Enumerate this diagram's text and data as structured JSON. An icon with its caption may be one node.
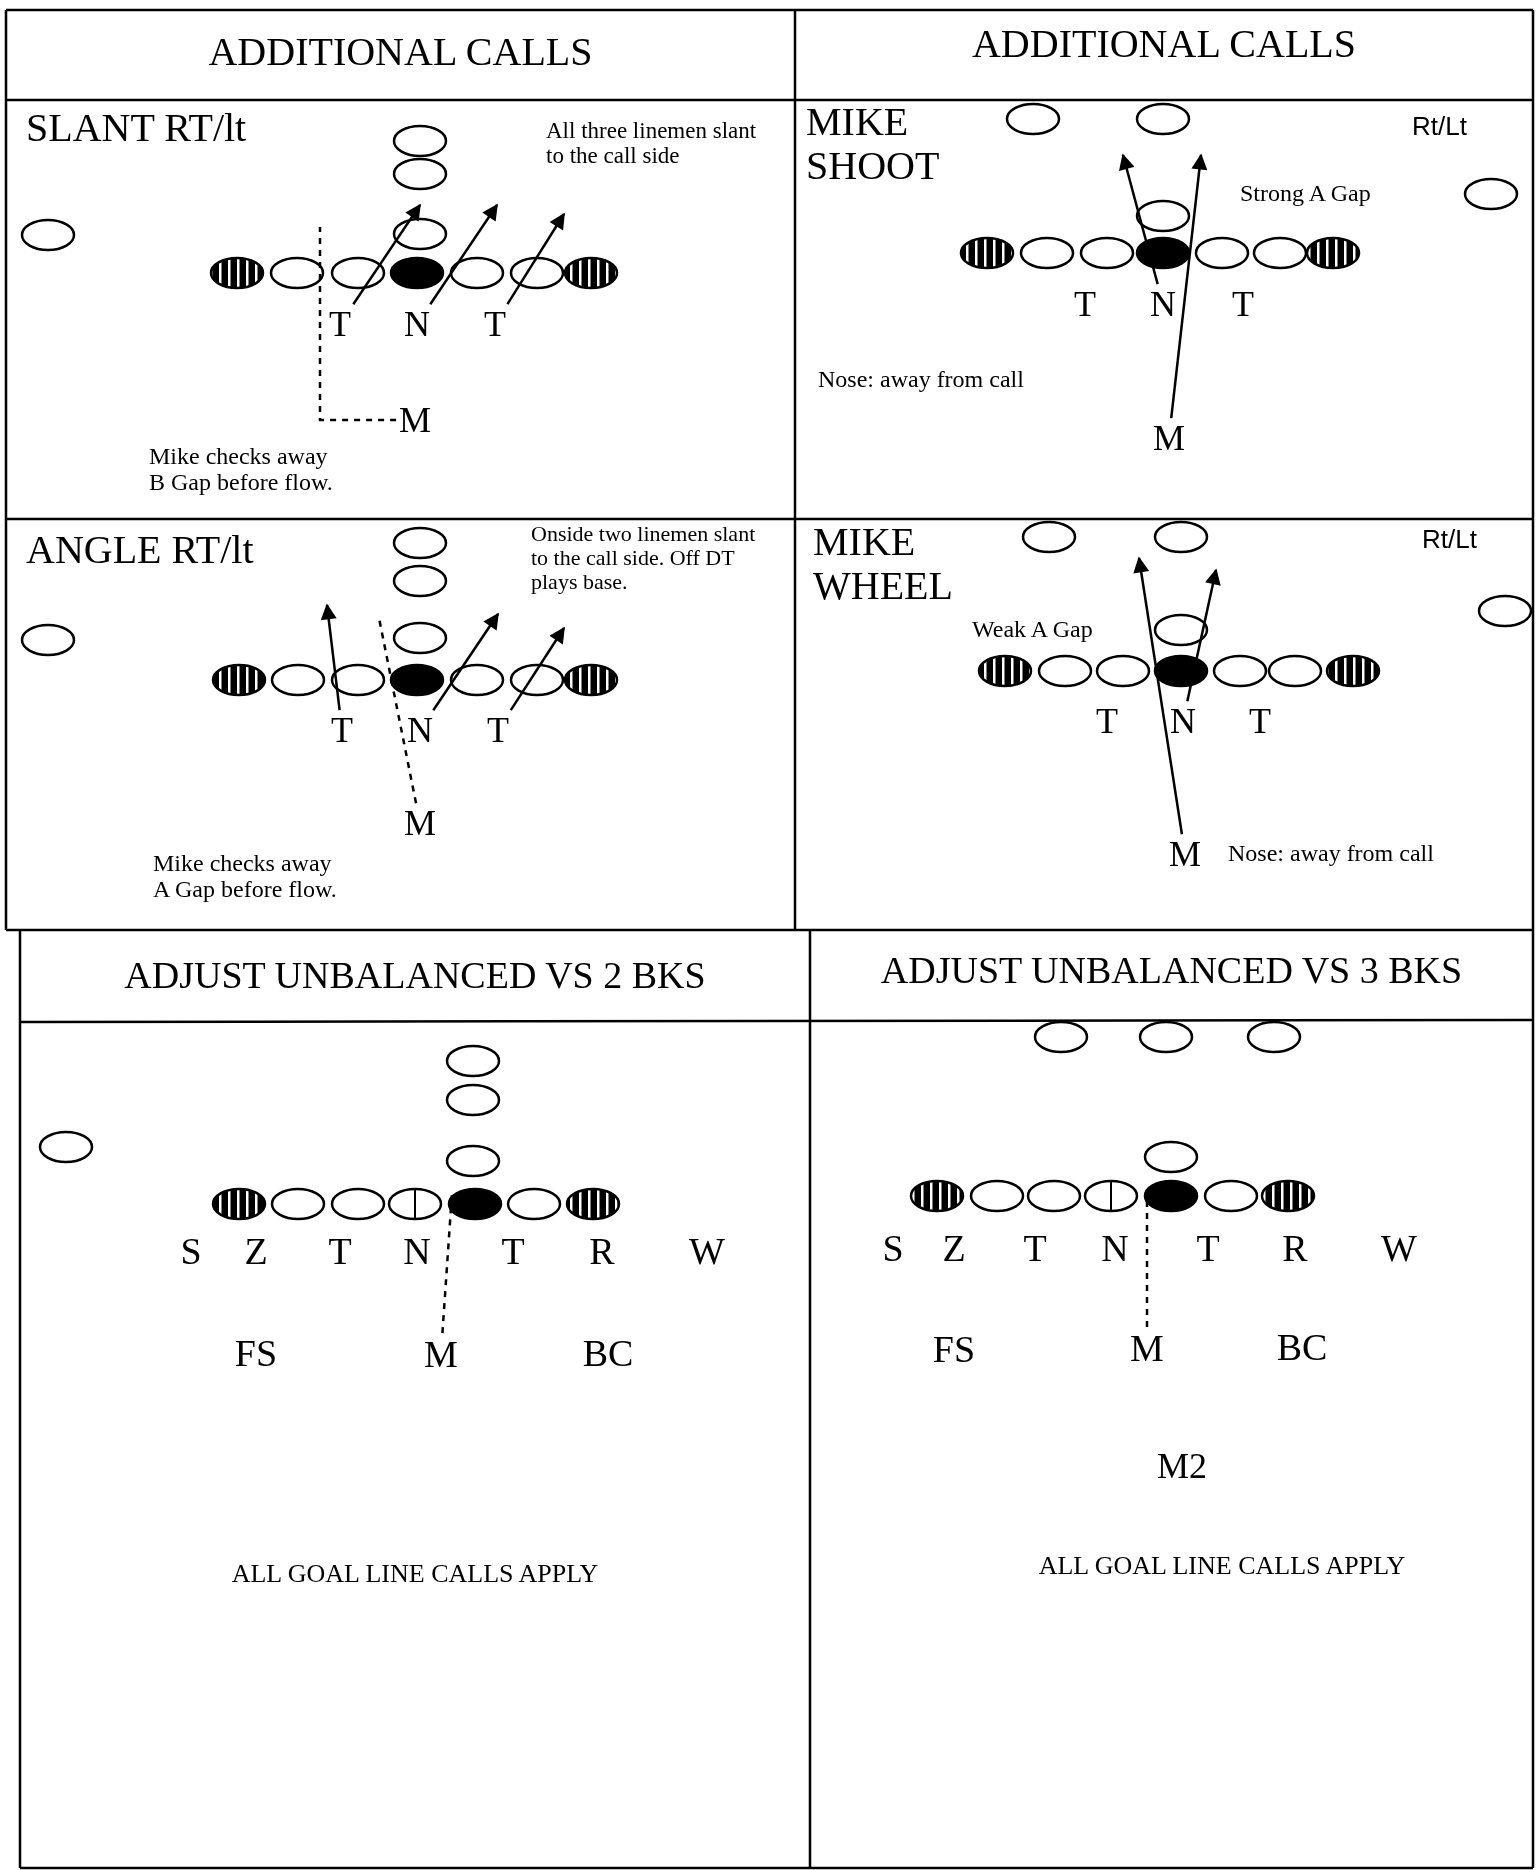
{
  "diagram": {
    "nodes": [
      {
        "text": [
          "T"
        ]
      },
      {
        "text": [
          "N"
        ]
      },
      {
        "text": [
          "T"
        ]
      },
      {
        "text": [
          "M"
        ]
      },
      {
        "text": [
          "T"
        ]
      },
      {
        "text": [
          "N"
        ]
      },
      {
        "text": [
          "T"
        ]
      },
      {
        "text": [
          "M"
        ]
      },
      {
        "text": [
          "T"
        ]
      },
      {
        "text": [
          "N"
        ]
      },
      {
        "text": [
          "T"
        ]
      },
      {
        "text": [
          "M"
        ]
      },
      {
        "text": [
          "T"
        ]
      },
      {
        "text": [
          "N"
        ]
      },
      {
        "text": [
          "T"
        ]
      },
      {
        "text": [
          "M"
        ]
      },
      {
        "text": [
          "M"
        ]
      },
      {
        "text": [
          "M"
        ]
      }
    ],
    "edges": [
      {
        "from": 0,
        "to": null,
        "arrow": "to"
      },
      {
        "from": 1,
        "to": null,
        "arrow": "to"
      },
      {
        "from": 2,
        "to": null,
        "arrow": "to"
      },
      {
        "from": 3,
        "to": null,
        "arrow": "none",
        "style": "dashed"
      },
      {
        "from": 5,
        "to": null,
        "arrow": "to"
      },
      {
        "from": 7,
        "to": null,
        "arrow": "to"
      },
      {
        "from": 8,
        "to": null,
        "arrow": "to"
      },
      {
        "from": 9,
        "to": null,
        "arrow": "to"
      },
      {
        "from": 10,
        "to": null,
        "arrow": "to"
      },
      {
        "from": 11,
        "to": null,
        "arrow": "none",
        "style": "dashed"
      },
      {
        "from": 15,
        "to": null,
        "arrow": "to"
      },
      {
        "from": 13,
        "to": null,
        "arrow": "to"
      },
      {
        "from": 16,
        "to": null,
        "arrow": "none",
        "style": "dashed"
      },
      {
        "from": 17,
        "to": null,
        "arrow": "none",
        "style": "dashed"
      }
    ],
    "labels": [
      "ADDITIONAL CALLS",
      "ADDITIONAL CALLS",
      "SLANT RT/lt",
      "All three linemen slant to the call side",
      "Mike checks away B Gap before flow.",
      "MIKE SHOOT",
      "Rt/Lt",
      "Strong A Gap",
      "Nose: away from call",
      "ANGLE RT/lt",
      "Onside two linemen slant to the call side. Off DT plays base.",
      "Mike checks away A Gap before flow.",
      "MIKE WHEEL",
      "Rt/Lt",
      "Weak A Gap",
      "Nose: away from call",
      "ADJUST UNBALANCED VS 2 BKS",
      "ADJUST UNBALANCED VS 3 BKS",
      "S",
      "Z",
      "T",
      "N",
      "T",
      "R",
      "W",
      "FS",
      "BC",
      "ALL GOAL LINE CALLS APPLY",
      "S",
      "Z",
      "T",
      "N",
      "T",
      "R",
      "W",
      "FS",
      "BC",
      "M2",
      "ALL GOAL LINE CALLS APPLY"
    ]
  }
}
